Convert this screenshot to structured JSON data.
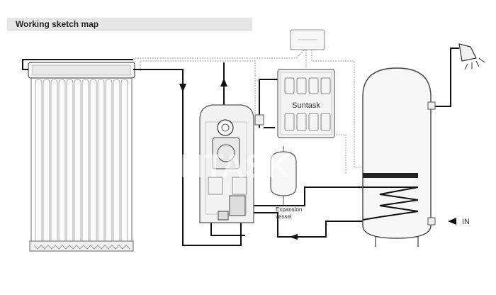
{
  "header": {
    "title": "Working sketch map"
  },
  "controller": {
    "brand": "Suntask"
  },
  "expansion_vessel": {
    "label_line1": "Expansion",
    "label_line2": "vessel"
  },
  "inlet": {
    "label": "IN"
  },
  "watermark": {
    "text": "SUNTASK"
  },
  "colors": {
    "pipe": "#111111",
    "outline": "#555555",
    "light": "#bbbbbb",
    "fill": "#f3f3f3",
    "title_bar": "#e6e6e6"
  }
}
